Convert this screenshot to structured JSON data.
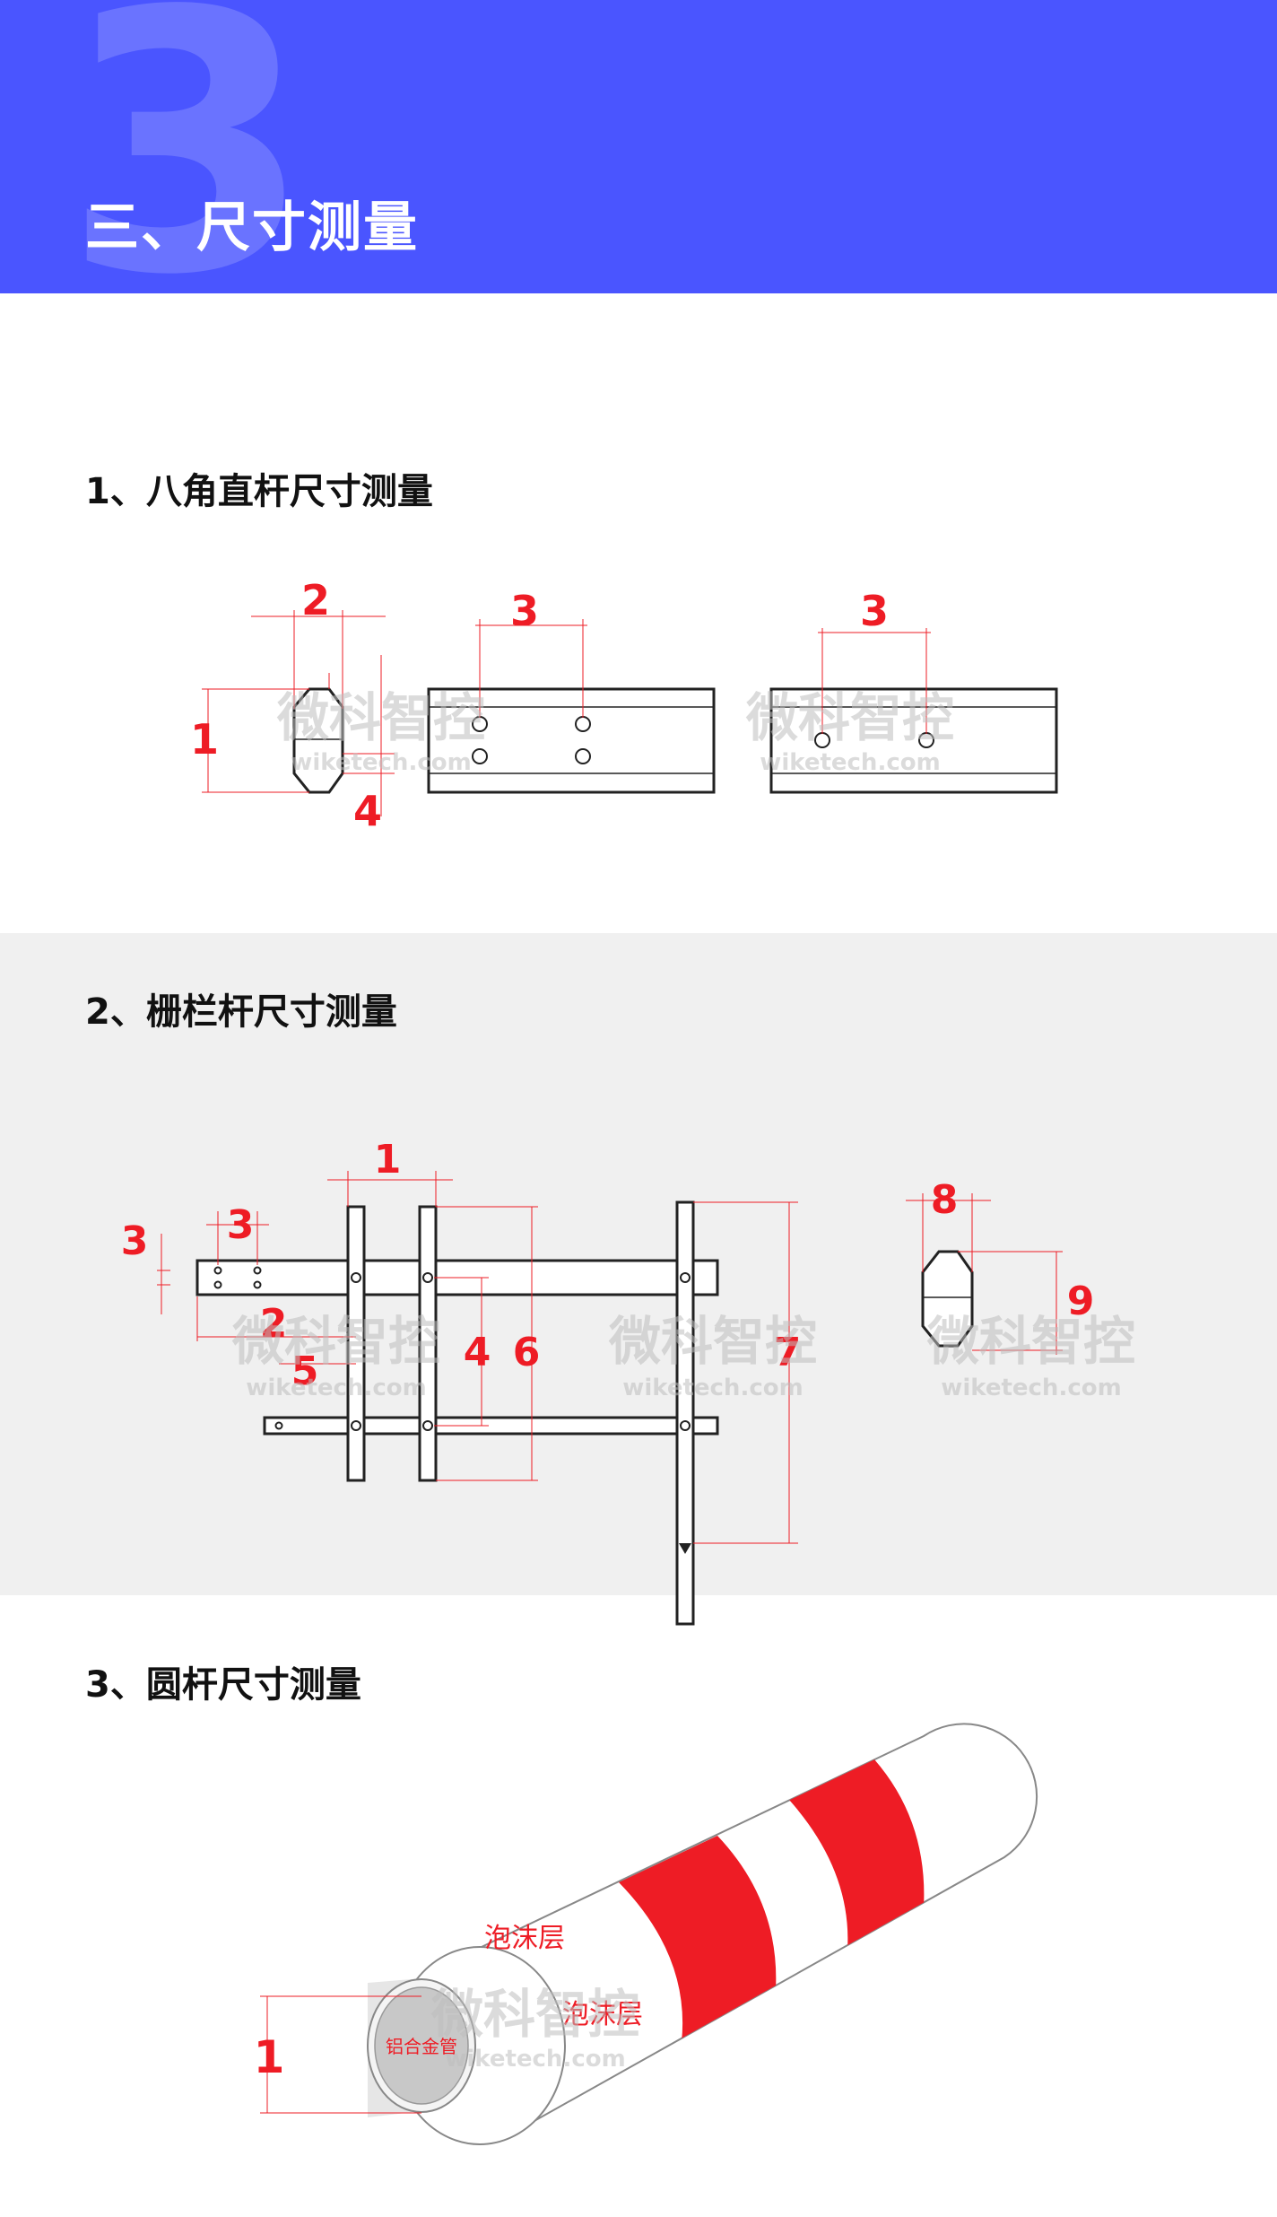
{
  "header": {
    "big_number": "3",
    "title": "三、尺寸测量",
    "bg_color": "#4a55ff"
  },
  "sections": [
    {
      "title": "1、八角直杆尺寸测量"
    },
    {
      "title": "2、栅栏杆尺寸测量"
    },
    {
      "title": "3、圆杆尺寸测量"
    }
  ],
  "octagonal": {
    "labels": [
      "1",
      "2",
      "3",
      "3",
      "4"
    ]
  },
  "fence": {
    "labels": [
      "1",
      "2",
      "3",
      "3",
      "4",
      "5",
      "6",
      "7",
      "8",
      "9"
    ]
  },
  "round": {
    "labels": [
      "1"
    ],
    "foam_label": "泡沫层",
    "core_label": "铝合金管",
    "stripe_color": "#ee1c25"
  },
  "watermark": {
    "cn": "微科智控",
    "en": "wiketech.com"
  }
}
